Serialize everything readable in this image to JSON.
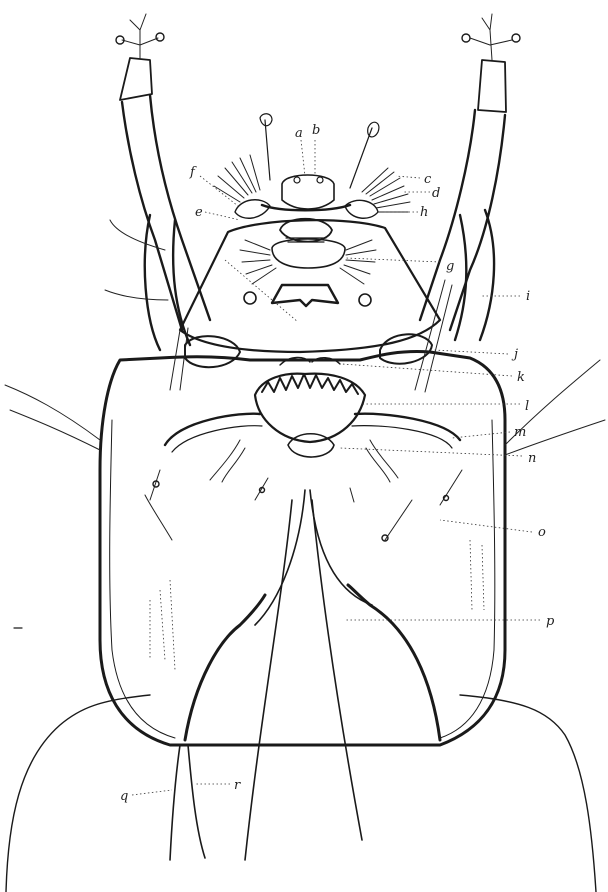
{
  "figure": {
    "labels": {
      "a": "a",
      "b": "b",
      "c": "c",
      "d": "d",
      "e": "e",
      "f": "f",
      "g": "g",
      "h": "h",
      "i": "i",
      "j": "j",
      "k": "k",
      "l": "l",
      "m": "m",
      "n": "n",
      "o": "o",
      "p": "p",
      "q": "q",
      "r": "r"
    },
    "colors": {
      "ink": "#1a1a1a",
      "background": "#ffffff"
    }
  }
}
